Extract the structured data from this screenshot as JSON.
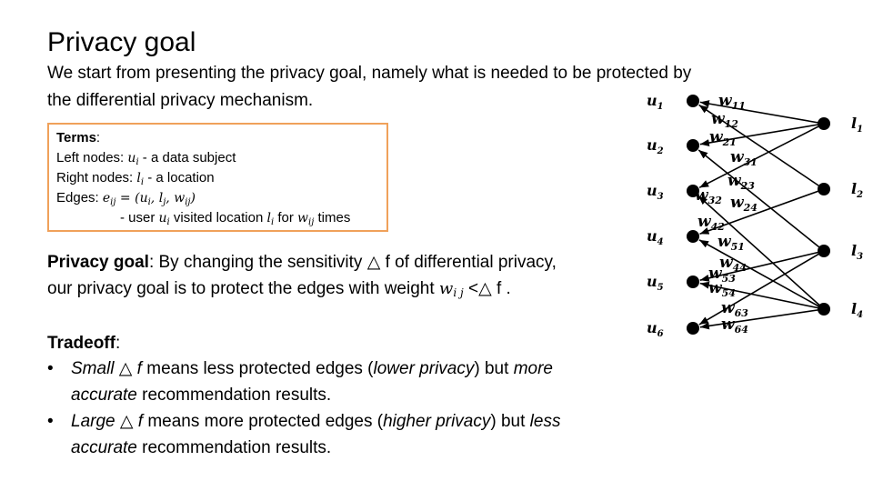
{
  "slide": {
    "title": "Privacy goal",
    "intro_line1": "We start from presenting the privacy goal, namely what is needed to be protected by",
    "intro_line2": "the differential privacy mechanism."
  },
  "terms": {
    "heading": "Terms",
    "heading_colon": ":",
    "left_nodes_prefix": "Left nodes: ",
    "left_nodes_var": "u",
    "left_nodes_sub": "i",
    "left_nodes_suffix": " - a data subject",
    "right_nodes_prefix": "Right nodes: ",
    "right_nodes_var": "l",
    "right_nodes_sub": "i",
    "right_nodes_suffix": " - a location",
    "edges_prefix": "Edges: ",
    "edges_formula": "e",
    "edges_formula_sub": "ij",
    "edges_formula_rest": " = (u",
    "edges_formula_rest_sub1": "i",
    "edges_formula_rest2": ", l",
    "edges_formula_rest_sub2": "j",
    "edges_formula_rest3": ", w",
    "edges_formula_rest_sub3": "ij",
    "edges_formula_end": ")",
    "visit_prefix": "- user ",
    "visit_u": "u",
    "visit_u_sub": "i",
    "visit_mid": " visited location ",
    "visit_l": "l",
    "visit_l_sub": "i",
    "visit_for": " for ",
    "visit_w": "w",
    "visit_w_sub": "ij",
    "visit_end": " times"
  },
  "privacy_goal": {
    "label": "Privacy  goal",
    "line1_rest": ": By changing the sensitivity △ f  of differential privacy,",
    "line2_start": "our privacy  goal is to protect the edges with weight ",
    "line2_w": "w",
    "line2_w_sub": "i j",
    "line2_end": " <△ f ."
  },
  "tradeoff": {
    "heading": "Tradeoff",
    "heading_colon": ":",
    "bullet": "•",
    "b1_part1": "Small △ f ",
    "b1_part2": " means less protected edges (",
    "b1_part3": "lower privacy",
    "b1_part4": ") but ",
    "b1_part5": "more",
    "b1_line2_part1": "accurate",
    "b1_line2_part2": " recommendation results.",
    "b2_part1": "Large △ f ",
    "b2_part2": " means more protected edges (",
    "b2_part3": "higher privacy",
    "b2_part4": ") but ",
    "b2_part5": "less",
    "b2_line2_part1": "accurate",
    "b2_line2_part2": " recommendation results."
  },
  "graph": {
    "left_nodes": [
      {
        "label": "u",
        "sub": "1"
      },
      {
        "label": "u",
        "sub": "2"
      },
      {
        "label": "u",
        "sub": "3"
      },
      {
        "label": "u",
        "sub": "4"
      },
      {
        "label": "u",
        "sub": "5"
      },
      {
        "label": "u",
        "sub": "6"
      }
    ],
    "right_nodes": [
      {
        "label": "l",
        "sub": "1"
      },
      {
        "label": "l",
        "sub": "2"
      },
      {
        "label": "l",
        "sub": "3"
      },
      {
        "label": "l",
        "sub": "4"
      }
    ],
    "edges": [
      {
        "from": 0,
        "to": 0
      },
      {
        "from": 0,
        "to": 1
      },
      {
        "from": 1,
        "to": 0
      },
      {
        "from": 1,
        "to": 2
      },
      {
        "from": 2,
        "to": 0
      },
      {
        "from": 2,
        "to": 3
      },
      {
        "from": 3,
        "to": 1
      },
      {
        "from": 3,
        "to": 3
      },
      {
        "from": 4,
        "to": 2
      },
      {
        "from": 4,
        "to": 3
      },
      {
        "from": 5,
        "to": 2
      },
      {
        "from": 5,
        "to": 3
      }
    ],
    "weight_labels": [
      {
        "w": "w",
        "sub": "11"
      },
      {
        "w": "w",
        "sub": "12"
      },
      {
        "w": "w",
        "sub": "21"
      },
      {
        "w": "w",
        "sub": "31"
      },
      {
        "w": "w",
        "sub": "23"
      },
      {
        "w": "w",
        "sub": "32"
      },
      {
        "w": "w",
        "sub": "24"
      },
      {
        "w": "w",
        "sub": "42"
      },
      {
        "w": "w",
        "sub": "51"
      },
      {
        "w": "w",
        "sub": "44"
      },
      {
        "w": "w",
        "sub": "53"
      },
      {
        "w": "w",
        "sub": "54"
      },
      {
        "w": "w",
        "sub": "63"
      },
      {
        "w": "w",
        "sub": "64"
      }
    ],
    "colors": {
      "node": "#000000",
      "edge": "#000000",
      "terms_border": "#f0a15a"
    }
  }
}
